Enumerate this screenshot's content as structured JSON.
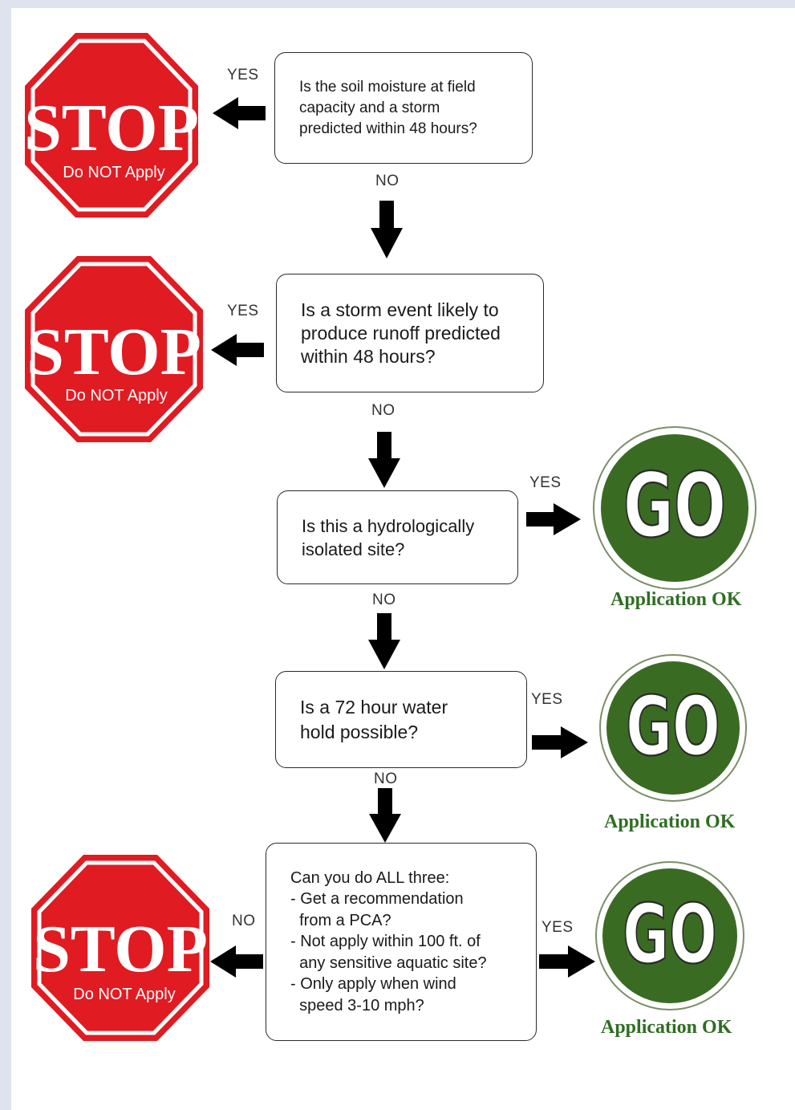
{
  "questions": [
    {
      "lines": [
        "Is the soil moisture at field",
        "capacity and a storm",
        "predicted within 48 hours?"
      ]
    },
    {
      "lines": [
        "Is a storm event likely to",
        "produce runoff predicted",
        "within 48 hours?"
      ]
    },
    {
      "lines": [
        "Is this a hydrologically",
        "isolated site?"
      ]
    },
    {
      "lines": [
        "Is a 72 hour water",
        "hold possible?"
      ]
    },
    {
      "lines": [
        "Can you do ALL three:",
        "- Get a recommendation",
        "  from a PCA?",
        "- Not apply within 100 ft. of",
        "  any sensitive aquatic site?",
        "- Only apply when wind",
        "  speed 3-10 mph?"
      ]
    }
  ],
  "branch_labels": {
    "yes": "YES",
    "no": "NO"
  },
  "stop_sign": {
    "title": "STOP",
    "subtitle": "Do NOT Apply",
    "color": "#e01b22"
  },
  "go_sign": {
    "title": "GO",
    "caption": "Application OK",
    "color": "#3a6b22"
  }
}
